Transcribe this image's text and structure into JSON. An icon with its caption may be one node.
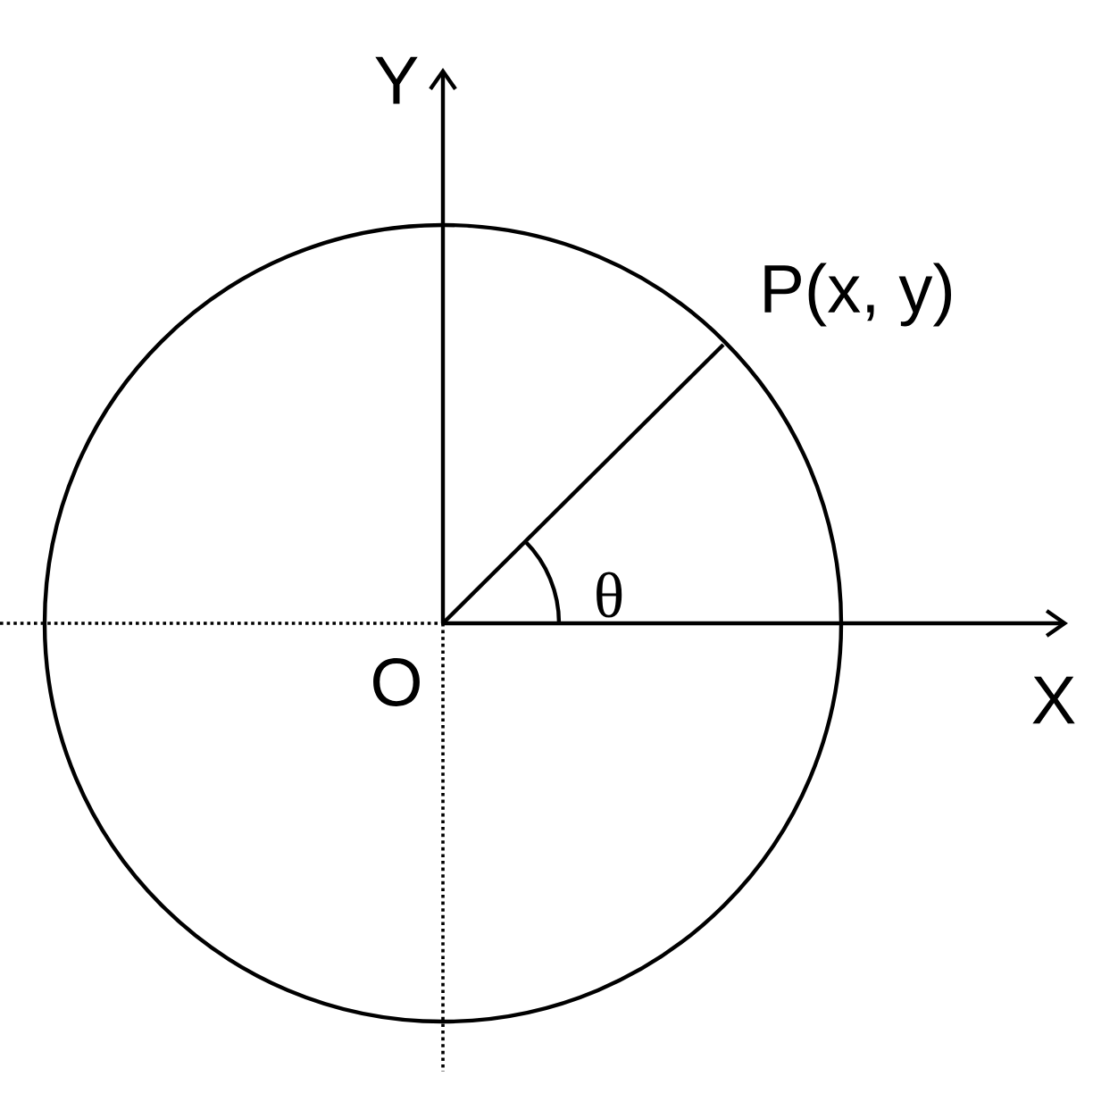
{
  "diagram": {
    "labels": [
      "Y",
      "P(x, y)",
      "θ",
      "O",
      "X"
    ]
  }
}
